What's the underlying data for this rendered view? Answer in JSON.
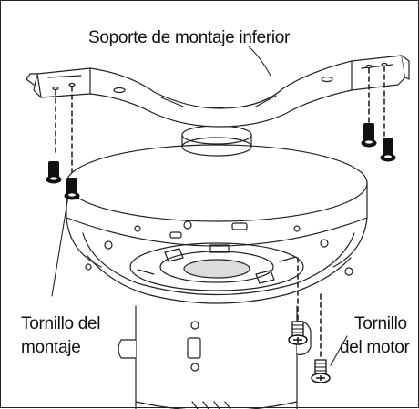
{
  "labels": {
    "bracket": "Soporte de montaje inferior",
    "mount_screw_line1": "Tornillo del",
    "mount_screw_line2": "montaje",
    "motor_screw_line1": "Tornillo",
    "motor_screw_line2": "del motor"
  },
  "icons": {
    "mount_screw": "screw-icon",
    "motor_screw": "screw-icon"
  },
  "colors": {
    "line": "#222222",
    "fill": "#ffffff",
    "shade": "#dcdcdc",
    "screw_dark": "#111111"
  }
}
